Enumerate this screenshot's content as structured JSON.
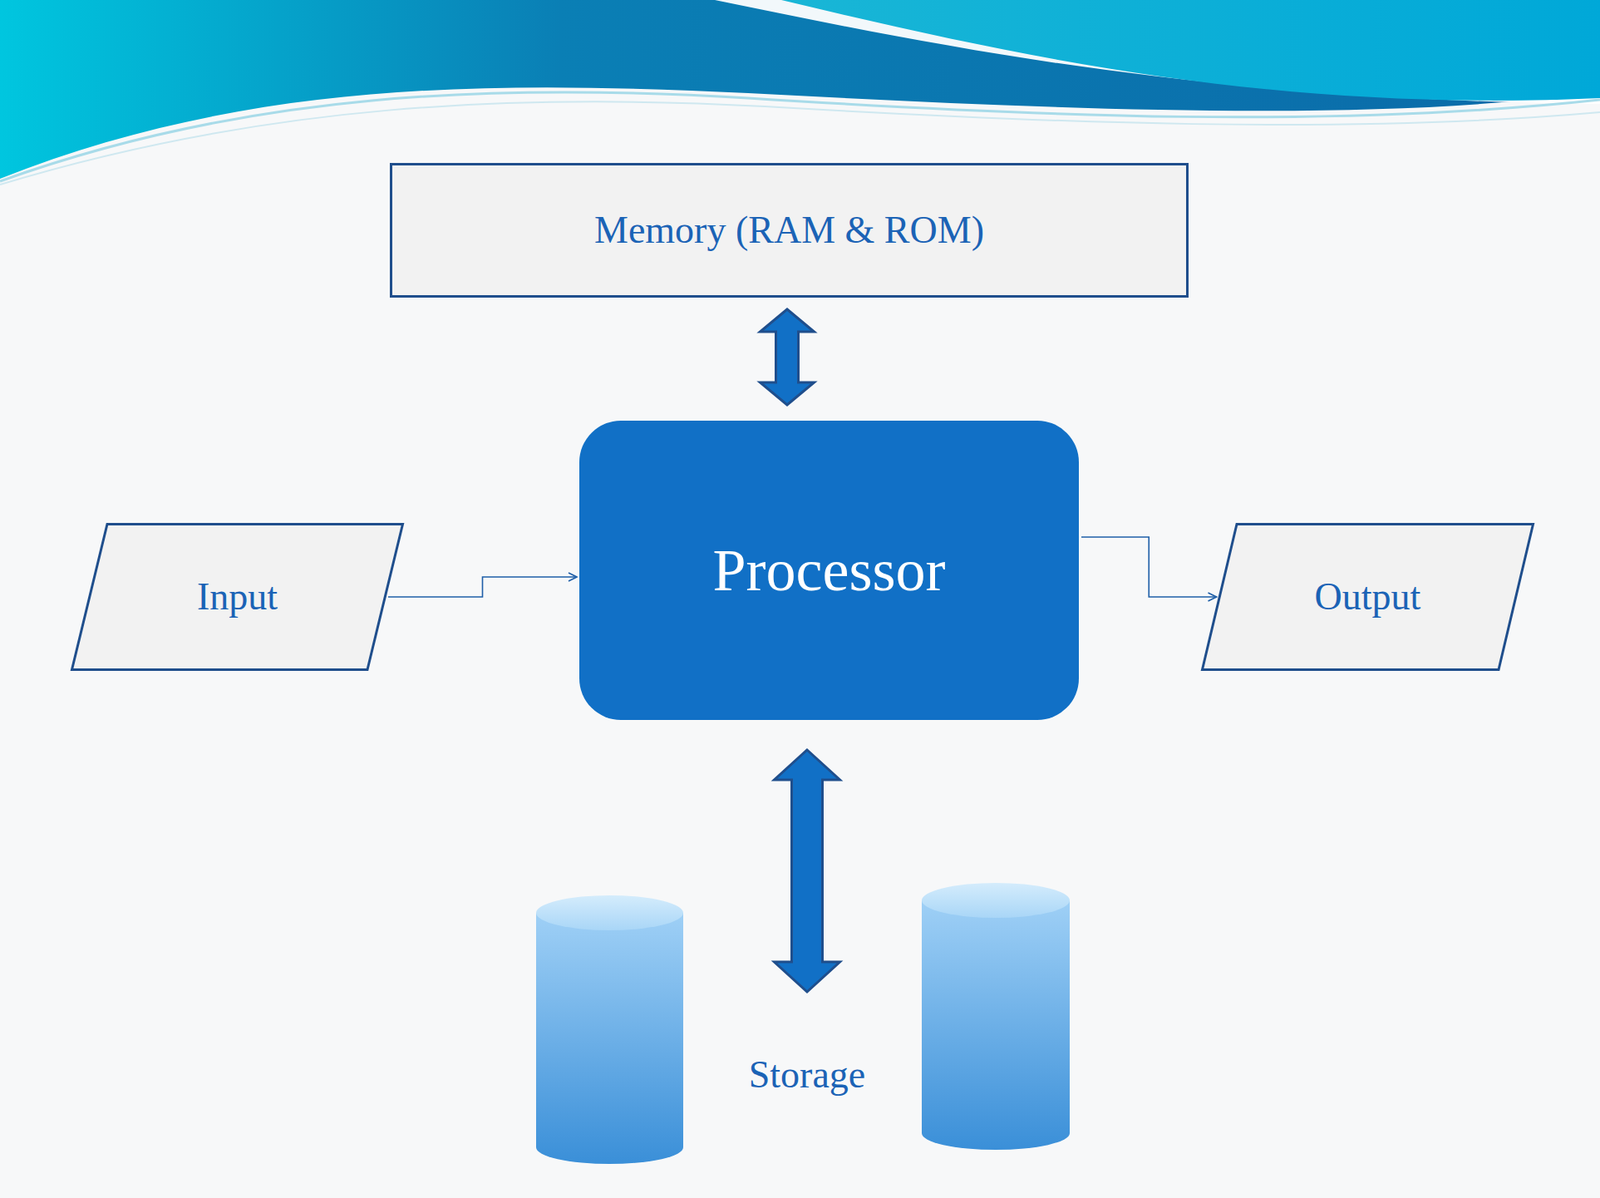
{
  "diagram": {
    "nodes": [
      {
        "text": [
          "Memory (RAM & ROM)"
        ]
      },
      {
        "text": [
          "Input"
        ]
      },
      {
        "text": [
          "Processor"
        ]
      },
      {
        "text": [
          "Output"
        ]
      },
      {
        "text": [
          "Storage"
        ]
      }
    ],
    "edges": [
      {
        "from": 0,
        "to": 2,
        "arrow": "both"
      },
      {
        "from": 1,
        "to": 2,
        "arrow": "to"
      },
      {
        "from": 2,
        "to": 3,
        "arrow": "to"
      },
      {
        "from": 2,
        "to": 4,
        "arrow": "both"
      }
    ]
  }
}
